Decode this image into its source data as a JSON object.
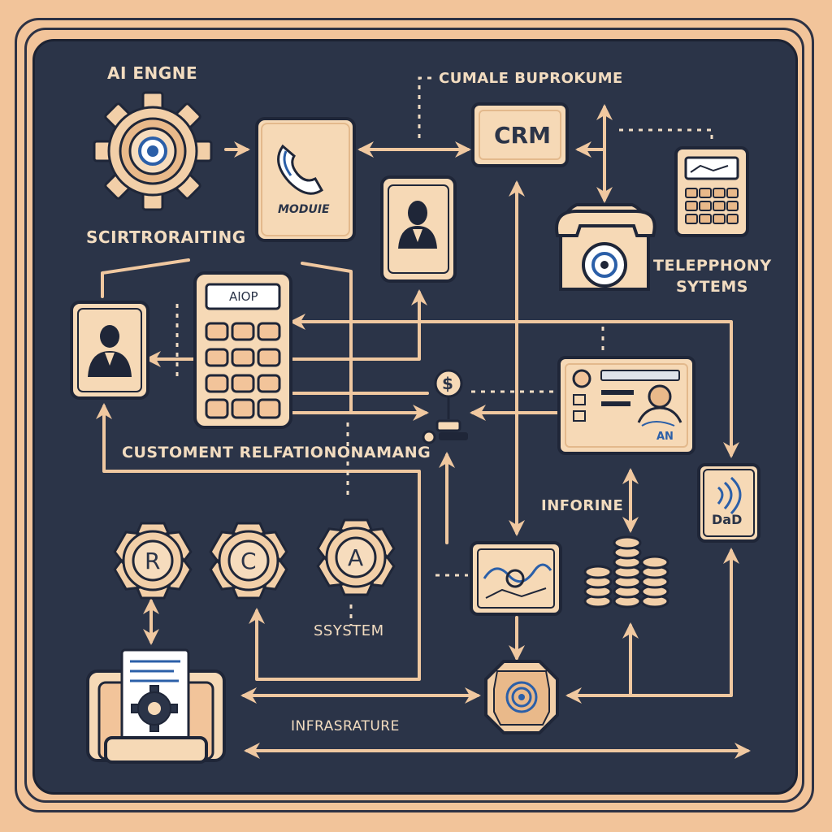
{
  "colors": {
    "background": "#f2c49a",
    "panel": "#2b3448",
    "tile": "#f6d9b6",
    "line": "#f0c8a0",
    "ink": "#1f2638",
    "accent_blue": "#2b5fa8"
  },
  "labels": {
    "ai_engine": "AI ENGNE",
    "scriptwriting": "SCIRTRORAITING",
    "cumale": "CUMALE BUPROKUME",
    "crm": "CRM",
    "module": "MODUIE",
    "telephony": "TELEPPHONY",
    "systems": "SYTEMS",
    "aiop": "AIOP",
    "dollar": "$",
    "customer_rel": "CUSTOMENT RELFATIONONAMANG",
    "inforine": "INFORINE",
    "dad": "DaD",
    "an": "AN",
    "gear_r": "R",
    "gear_c": "C",
    "gear_a": "A",
    "ssystem": "SSYSTEM",
    "infrastructure": "INFRASRATURE"
  },
  "icons": {
    "ai_engine": "gear-eye-icon",
    "module": "phone-handset-icon",
    "contact_card": "person-card-icon",
    "crm_box": "crm-box-icon",
    "calculator": "calculator-icon",
    "rotary_phone": "rotary-phone-icon",
    "person_tile": "person-tile-icon",
    "keypad": "keypad-icon",
    "id_card": "id-card-icon",
    "dollar": "dollar-node-icon",
    "wifi_device": "wifi-device-icon",
    "map_tile": "map-tile-icon",
    "coins": "coin-stack-icon",
    "hub": "hub-fingerprint-icon",
    "server": "server-document-gear-icon"
  }
}
